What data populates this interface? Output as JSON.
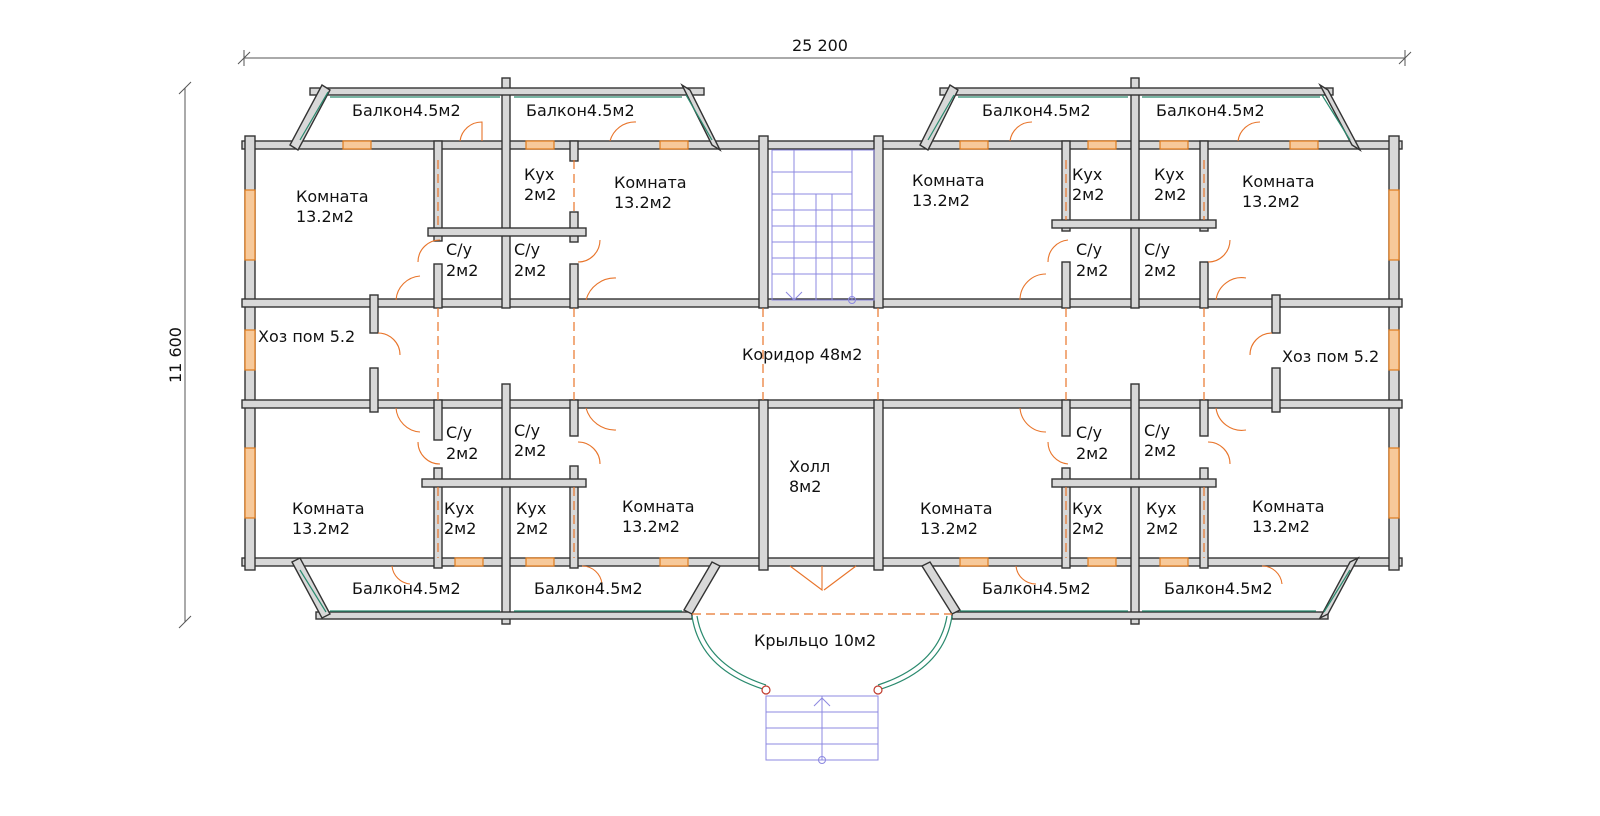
{
  "dimensions": {
    "width_label": "25 200",
    "height_label": "11 600"
  },
  "rooms": {
    "room_tl": [
      "Комната",
      "13.2м2"
    ],
    "room_tc": [
      "Комната",
      "13.2м2"
    ],
    "room_tr1": [
      "Комната",
      "13.2м2"
    ],
    "room_tr2": [
      "Комната",
      "13.2м2"
    ],
    "room_bl": [
      "Комната",
      "13.2м2"
    ],
    "room_bc": [
      "Комната",
      "13.2м2"
    ],
    "room_br1": [
      "Комната",
      "13.2м2"
    ],
    "room_br2": [
      "Комната",
      "13.2м2"
    ],
    "kitchen": [
      "Кух",
      "2м2"
    ],
    "bath": [
      "С/у",
      "2м2"
    ],
    "storage_left": "Хоз пом 5.2",
    "storage_right": "Хоз пом 5.2",
    "corridor": "Коридор 48м2",
    "hall": [
      "Холл",
      "8м2"
    ],
    "porch": "Крыльцо 10м2",
    "balcony": "Балкон4.5м2"
  }
}
